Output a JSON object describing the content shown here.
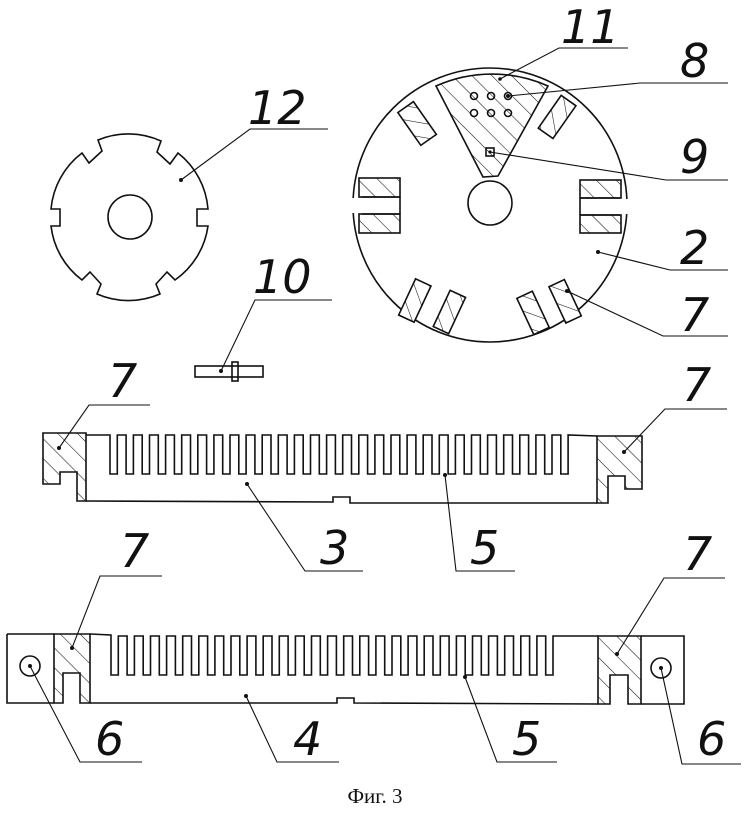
{
  "figure": {
    "caption": "Фиг. 3",
    "colors": {
      "ink": "#111111",
      "background": "#ffffff"
    }
  },
  "callouts": [
    {
      "id": "12",
      "label": "12",
      "part": "small-notched-disc"
    },
    {
      "id": "10",
      "label": "10",
      "part": "pin"
    },
    {
      "id": "11",
      "label": "11",
      "part": "sector-insert"
    },
    {
      "id": "8",
      "label": "8",
      "part": "sector-holes"
    },
    {
      "id": "9",
      "label": "9",
      "part": "sector-square-mark"
    },
    {
      "id": "2",
      "label": "2",
      "part": "large-slotted-disc"
    },
    {
      "id": "7a",
      "label": "7",
      "part": "disc-hatched-block"
    },
    {
      "id": "7b",
      "label": "7",
      "part": "upper-bar-left-block"
    },
    {
      "id": "7c",
      "label": "7",
      "part": "upper-bar-right-block"
    },
    {
      "id": "3",
      "label": "3",
      "part": "upper-comb-bar"
    },
    {
      "id": "5a",
      "label": "5",
      "part": "upper-comb-teeth"
    },
    {
      "id": "7d",
      "label": "7",
      "part": "lower-bar-left-block"
    },
    {
      "id": "7e",
      "label": "7",
      "part": "lower-bar-right-block"
    },
    {
      "id": "6a",
      "label": "6",
      "part": "lower-bar-left-hole"
    },
    {
      "id": "4",
      "label": "4",
      "part": "lower-comb-bar"
    },
    {
      "id": "5b",
      "label": "5",
      "part": "lower-comb-teeth"
    },
    {
      "id": "6b",
      "label": "6",
      "part": "lower-bar-right-hole"
    }
  ]
}
